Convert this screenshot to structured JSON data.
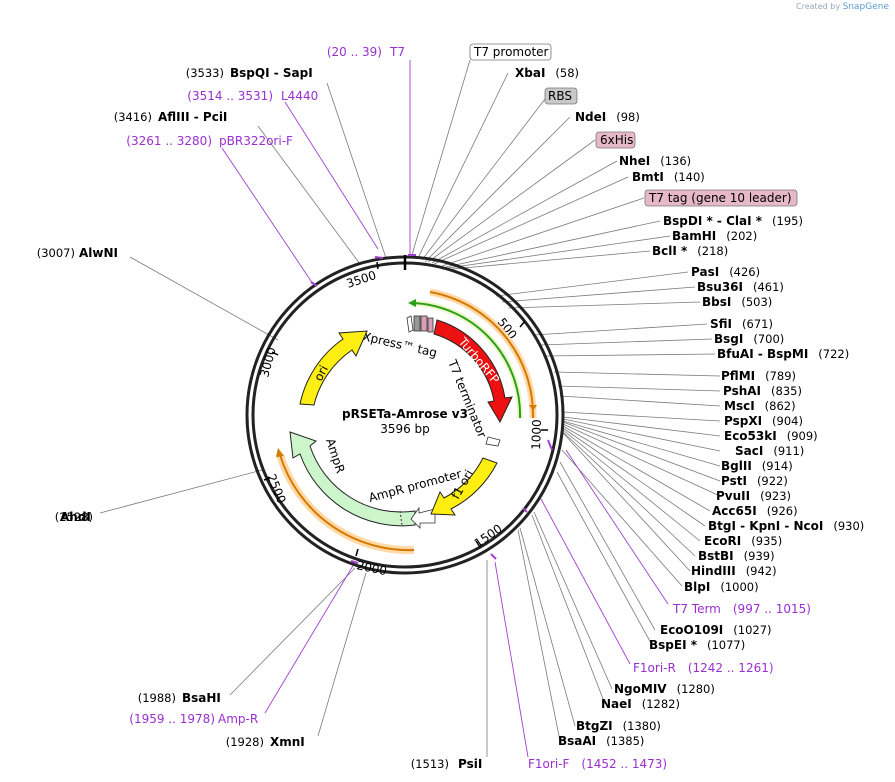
{
  "credit": {
    "prefix": "Created by",
    "brand": "SnapGene"
  },
  "plasmid": {
    "name": "pRSETa-Amrose v3",
    "size": "3596 bp",
    "total": 3596
  },
  "ticks": [
    "500",
    "1000",
    "1500",
    "2000",
    "2500",
    "3000",
    "3500"
  ],
  "features": [
    {
      "name": "TurboRFP",
      "color": "#ee1111",
      "text_color": "#ffffff"
    },
    {
      "name": "ori",
      "color": "#ffee11",
      "text_color": "#000000"
    },
    {
      "name": "AmpR",
      "color": "#ccf5cc",
      "text_color": "#000000"
    },
    {
      "name": "f1 ori",
      "color": "#ffee11",
      "text_color": "#000000"
    },
    {
      "name": "AmpR promoter",
      "color": "#ffffff",
      "text_color": "#000000"
    },
    {
      "name": "Xpress™ tag",
      "color": "#ffffff",
      "text_color": "#000000"
    },
    {
      "name": "T7 terminator",
      "color": "#ffffff",
      "text_color": "#000000"
    }
  ],
  "boxed_features": [
    {
      "name": "T7 promoter",
      "fill": "#ffffff"
    },
    {
      "name": "RBS",
      "fill": "#c8c8c8"
    },
    {
      "name": "6xHis",
      "fill": "#e6b8c8"
    },
    {
      "name": "T7 tag (gene 10 leader)",
      "fill": "#e6b8c8"
    }
  ],
  "primers_left": [
    {
      "range": "(20 .. 39)",
      "name": "T7"
    },
    {
      "range": "(3514 .. 3531)",
      "name": "L4440"
    },
    {
      "range": "(3261 .. 3280)",
      "name": "pBR322ori-F"
    },
    {
      "range": "(1959 .. 1978)",
      "name": "Amp-R"
    }
  ],
  "primers_right": [
    {
      "name": "T7 Term",
      "range": "(997 .. 1015)"
    },
    {
      "name": "F1ori-R",
      "range": "(1242 .. 1261)"
    },
    {
      "name": "F1ori-F",
      "range": "(1452 .. 1473)"
    }
  ],
  "enzymes_left": [
    {
      "pos": "(3533)",
      "name": "BspQI  -  SapI"
    },
    {
      "pos": "(3416)",
      "name": "AflIII  -  PciI"
    },
    {
      "pos": "(3007)",
      "name": "AlwNI"
    },
    {
      "pos": "(2528)",
      "name": "AhdI"
    },
    {
      "pos": "(1988)",
      "name": "BsaHI"
    },
    {
      "pos": "(1928)",
      "name": "XmnI"
    },
    {
      "pos": "(1513)",
      "name": "PsiI"
    }
  ],
  "enzymes_right": [
    {
      "name": "XbaI",
      "pos": "(58)"
    },
    {
      "name": "NdeI",
      "pos": "(98)"
    },
    {
      "name": "NheI",
      "pos": "(136)"
    },
    {
      "name": "BmtI",
      "pos": "(140)"
    },
    {
      "name": "BspDI *  -  ClaI *",
      "pos": "(195)"
    },
    {
      "name": "BamHI",
      "pos": "(202)"
    },
    {
      "name": "BclI *",
      "pos": "(218)"
    },
    {
      "name": "PasI",
      "pos": "(426)"
    },
    {
      "name": "Bsu36I",
      "pos": "(461)"
    },
    {
      "name": "BbsI",
      "pos": "(503)"
    },
    {
      "name": "SfiI",
      "pos": "(671)"
    },
    {
      "name": "BsgI",
      "pos": "(700)"
    },
    {
      "name": "BfuAI  -  BspMI",
      "pos": "(722)"
    },
    {
      "name": "PflMI",
      "pos": "(789)"
    },
    {
      "name": "PshAI",
      "pos": "(835)"
    },
    {
      "name": "MscI",
      "pos": "(862)"
    },
    {
      "name": "PspXI",
      "pos": "(904)"
    },
    {
      "name": "Eco53kI",
      "pos": "(909)"
    },
    {
      "name": "SacI",
      "pos": "(911)"
    },
    {
      "name": "BglII",
      "pos": "(914)"
    },
    {
      "name": "PstI",
      "pos": "(922)"
    },
    {
      "name": "PvuII",
      "pos": "(923)"
    },
    {
      "name": "Acc65I",
      "pos": "(926)"
    },
    {
      "name": "BtgI  -  KpnI  -  NcoI",
      "pos": "(930)"
    },
    {
      "name": "EcoRI",
      "pos": "(935)"
    },
    {
      "name": "BstBI",
      "pos": "(939)"
    },
    {
      "name": "HindIII",
      "pos": "(942)"
    },
    {
      "name": "BlpI",
      "pos": "(1000)"
    },
    {
      "name": "EcoO109I",
      "pos": "(1027)"
    },
    {
      "name": "BspEI *",
      "pos": "(1077)"
    },
    {
      "name": "NgoMIV",
      "pos": "(1280)"
    },
    {
      "name": "NaeI",
      "pos": "(1282)"
    },
    {
      "name": "BtgZI",
      "pos": "(1380)"
    },
    {
      "name": "BsaAI",
      "pos": "(1385)"
    }
  ]
}
